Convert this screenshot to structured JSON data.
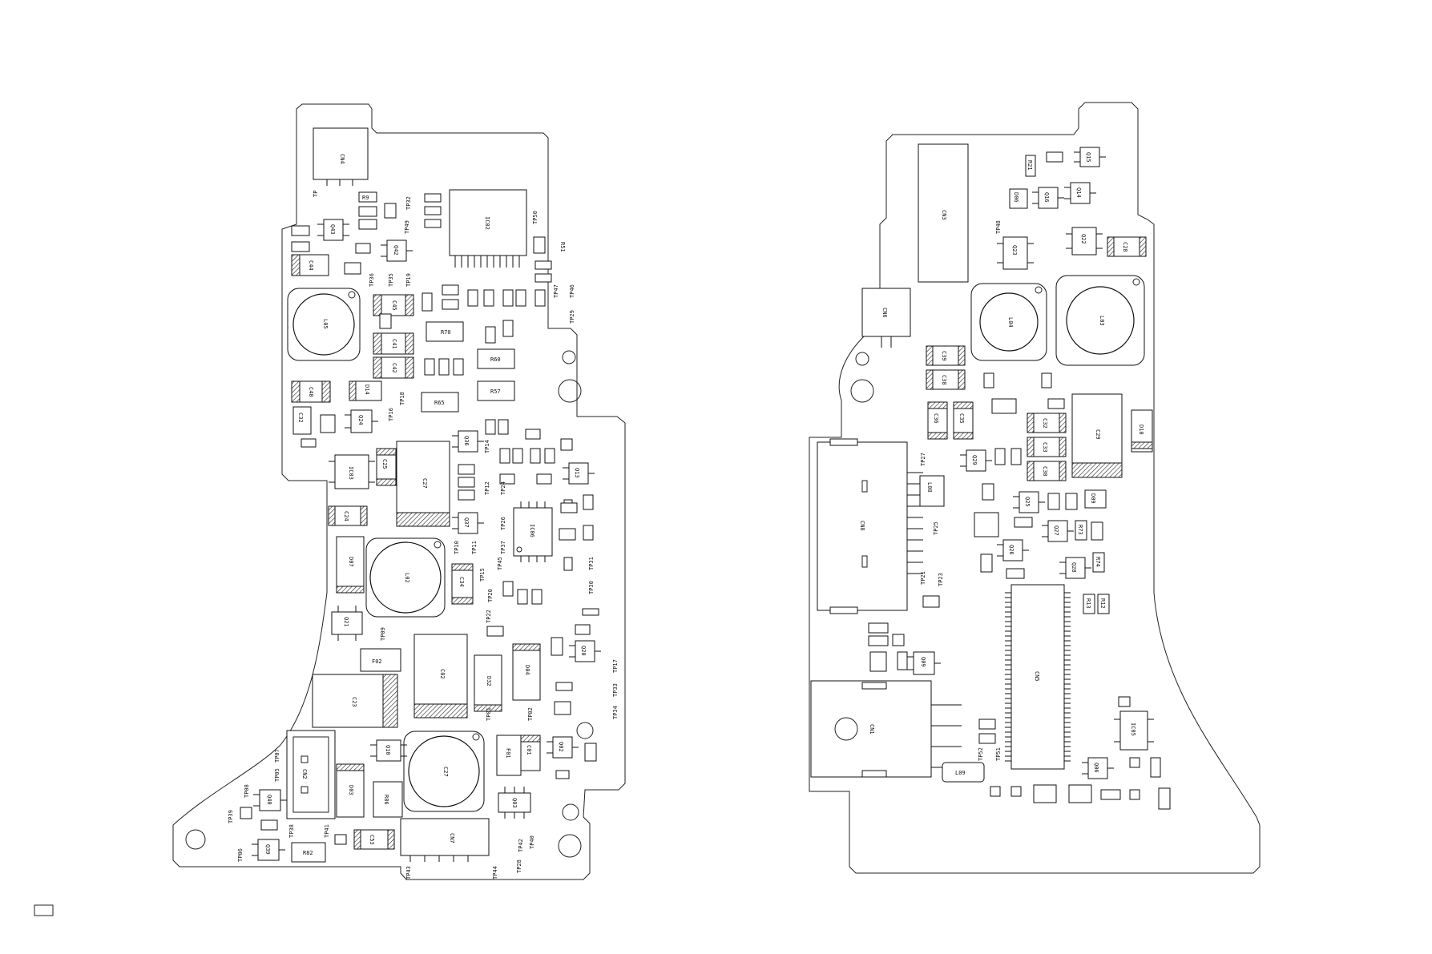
{
  "corner_box_label": "",
  "left_board": {
    "components": [
      {
        "id": "CN4",
        "kind": "conn"
      },
      {
        "id": "IC02",
        "kind": "ic"
      },
      {
        "id": "L05",
        "kind": "coil"
      },
      {
        "id": "L02",
        "kind": "coil"
      },
      {
        "id": "L01",
        "kind": "coil"
      },
      {
        "id": "C27",
        "kind": "cap"
      },
      {
        "id": "C23",
        "kind": "cap"
      },
      {
        "id": "C02",
        "kind": "cap"
      },
      {
        "id": "IC03",
        "kind": "ic"
      },
      {
        "id": "IC06",
        "kind": "ic"
      },
      {
        "id": "CN2",
        "kind": "conn"
      },
      {
        "id": "CN7",
        "kind": "conn"
      },
      {
        "id": "Q43",
        "kind": "tr"
      },
      {
        "id": "Q42",
        "kind": "tr"
      },
      {
        "id": "Q24",
        "kind": "tr"
      },
      {
        "id": "Q21",
        "kind": "tr"
      },
      {
        "id": "Q10",
        "kind": "tr"
      },
      {
        "id": "Q40",
        "kind": "tr"
      },
      {
        "id": "Q39",
        "kind": "tr"
      },
      {
        "id": "Q03",
        "kind": "tr"
      },
      {
        "id": "Q02",
        "kind": "tr"
      },
      {
        "id": "Q20",
        "kind": "tr"
      },
      {
        "id": "Q13",
        "kind": "tr"
      },
      {
        "id": "Q37",
        "kind": "tr"
      },
      {
        "id": "Q36",
        "kind": "tr"
      },
      {
        "id": "D07",
        "kind": "diode"
      },
      {
        "id": "D03",
        "kind": "diode"
      },
      {
        "id": "D32",
        "kind": "diode"
      },
      {
        "id": "D04",
        "kind": "diode"
      },
      {
        "id": "D14",
        "kind": "diode"
      },
      {
        "id": "F02",
        "kind": "fuse"
      },
      {
        "id": "F01",
        "kind": "fuse"
      },
      {
        "id": "R70",
        "kind": "res"
      },
      {
        "id": "R60",
        "kind": "res"
      },
      {
        "id": "R57",
        "kind": "res"
      },
      {
        "id": "R65",
        "kind": "res"
      },
      {
        "id": "R86",
        "kind": "res"
      },
      {
        "id": "R82",
        "kind": "res"
      },
      {
        "id": "C44",
        "kind": "cap"
      },
      {
        "id": "C45",
        "kind": "cap"
      },
      {
        "id": "C41",
        "kind": "cap"
      },
      {
        "id": "C42",
        "kind": "cap"
      },
      {
        "id": "C40",
        "kind": "cap"
      },
      {
        "id": "C25",
        "kind": "cap"
      },
      {
        "id": "C24",
        "kind": "cap"
      },
      {
        "id": "C34",
        "kind": "cap"
      },
      {
        "id": "C53",
        "kind": "cap"
      },
      {
        "id": "C01",
        "kind": "cap"
      },
      {
        "id": "C32",
        "kind": "cap"
      }
    ],
    "test_points": [
      "TP",
      "TP32",
      "TP49",
      "TP50",
      "TP36",
      "TP35",
      "TP19",
      "TP47",
      "TP46",
      "TP29",
      "TP18",
      "TP16",
      "TP14",
      "TP12",
      "TP24",
      "TP26",
      "TP10",
      "TP11",
      "TP37",
      "TP45",
      "TP15",
      "TP20",
      "TP22",
      "TP31",
      "TP30",
      "TP09",
      "TP17",
      "TP33",
      "TP34",
      "TP01",
      "TP02",
      "TP07",
      "TP05",
      "TP08",
      "TP39",
      "TP06",
      "TP38",
      "TP41",
      "TP43",
      "TP44",
      "TP28",
      "TP42",
      "TP40"
    ]
  },
  "right_board": {
    "components": [
      {
        "id": "CN3",
        "kind": "conn"
      },
      {
        "id": "CN6",
        "kind": "conn"
      },
      {
        "id": "CN8",
        "kind": "conn"
      },
      {
        "id": "CN1",
        "kind": "conn"
      },
      {
        "id": "CN5",
        "kind": "conn"
      },
      {
        "id": "L04",
        "kind": "coil"
      },
      {
        "id": "L03",
        "kind": "coil"
      },
      {
        "id": "L08",
        "kind": "coil"
      },
      {
        "id": "L09",
        "kind": "coil"
      },
      {
        "id": "C29",
        "kind": "cap"
      },
      {
        "id": "C28",
        "kind": "cap"
      },
      {
        "id": "C39",
        "kind": "cap"
      },
      {
        "id": "C38",
        "kind": "cap"
      },
      {
        "id": "C36",
        "kind": "cap"
      },
      {
        "id": "C35",
        "kind": "cap"
      },
      {
        "id": "C32",
        "kind": "cap"
      },
      {
        "id": "C33",
        "kind": "cap"
      },
      {
        "id": "C30",
        "kind": "cap"
      },
      {
        "id": "Q15",
        "kind": "tr"
      },
      {
        "id": "Q16",
        "kind": "tr"
      },
      {
        "id": "Q14",
        "kind": "tr"
      },
      {
        "id": "Q22",
        "kind": "tr"
      },
      {
        "id": "Q23",
        "kind": "tr"
      },
      {
        "id": "Q29",
        "kind": "tr"
      },
      {
        "id": "Q25",
        "kind": "tr"
      },
      {
        "id": "Q27",
        "kind": "tr"
      },
      {
        "id": "Q26",
        "kind": "tr"
      },
      {
        "id": "Q28",
        "kind": "tr"
      },
      {
        "id": "Q09",
        "kind": "tr"
      },
      {
        "id": "Q06",
        "kind": "tr"
      },
      {
        "id": "IC05",
        "kind": "ic"
      },
      {
        "id": "D06",
        "kind": "diode"
      },
      {
        "id": "D10",
        "kind": "diode"
      },
      {
        "id": "D09",
        "kind": "diode"
      },
      {
        "id": "R21",
        "kind": "res"
      },
      {
        "id": "R74",
        "kind": "res"
      },
      {
        "id": "R73",
        "kind": "res"
      },
      {
        "id": "R13",
        "kind": "res"
      },
      {
        "id": "R12",
        "kind": "res"
      }
    ],
    "test_points": [
      "TP48",
      "TP27",
      "TP25",
      "TP23",
      "TP21",
      "TP52",
      "TP51"
    ]
  }
}
